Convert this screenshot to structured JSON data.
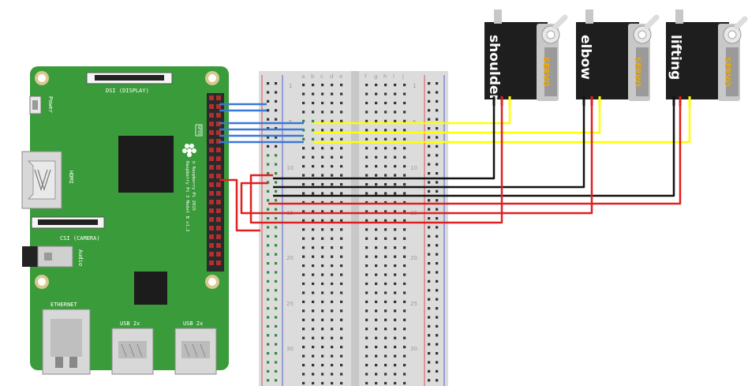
{
  "raspberry_pi": {
    "dsi_label": "DSI (DISPLAY)",
    "power_label": "Power",
    "hdmi_label": "HDMI",
    "csi_label": "CSI (CAMERA)",
    "audio_label": "Audio",
    "ethernet_label": "ETHERNET",
    "usb_label_1": "USB 2x",
    "usb_label_2": "USB 2x",
    "gpio_label": "GPIO",
    "model_line_1": "Raspberry Pi 3 Model B v1.2",
    "model_line_2": "© Raspberry Pi 2015"
  },
  "breadboard": {
    "column_letters_left": [
      "a",
      "b",
      "c",
      "d",
      "e"
    ],
    "column_letters_right": [
      "f",
      "g",
      "h",
      "i",
      "j"
    ],
    "row_numbers": [
      "1",
      "5",
      "10",
      "15",
      "20",
      "25",
      "30"
    ]
  },
  "servos": [
    {
      "name": "shoulder",
      "brand": "SERVO"
    },
    {
      "name": "elbow",
      "brand": "SERVO"
    },
    {
      "name": "lifting",
      "brand": "SERVO"
    }
  ],
  "colors": {
    "pcb": "#3a9b3a",
    "signal_wire": "#ffff00",
    "ground_wire": "#111111",
    "power_wire": "#e02020",
    "gpio_jumper": "#3a78d8",
    "servo_body": "#1e1e1e",
    "servo_brand": "#f2a900"
  }
}
